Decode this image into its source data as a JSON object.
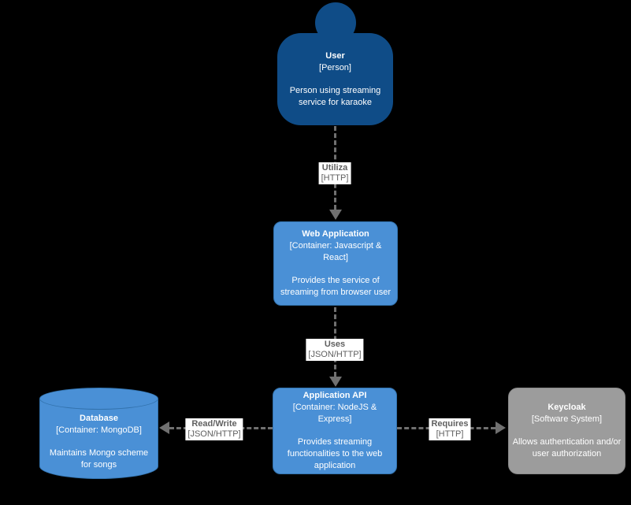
{
  "diagram": {
    "type": "C4 container diagram",
    "colors": {
      "background": "#000000",
      "person_fill": "#0f4c87",
      "container_fill": "#4a90d6",
      "container_border": "#3272ad",
      "external_fill": "#9c9c9c",
      "external_border": "#898989",
      "arrow": "#707070",
      "edge_label_text": "#5f5f5f",
      "node_text": "#ffffff"
    }
  },
  "nodes": {
    "user": {
      "title": "User",
      "subtitle": "[Person]",
      "description": "Person using streaming service for karaoke"
    },
    "web_app": {
      "title": "Web Application",
      "subtitle": "[Container: Javascript & React]",
      "description": "Provides the service of streaming from browser user"
    },
    "app_api": {
      "title": "Application API",
      "subtitle": "[Container: NodeJS & Express]",
      "description": "Provides streaming functionalities to the web application"
    },
    "database": {
      "title": "Database",
      "subtitle": "[Container: MongoDB]",
      "description": "Maintains Mongo scheme for songs"
    },
    "keycloak": {
      "title": "Keycloak",
      "subtitle": "[Software System]",
      "description": "Allows authentication and/or user authorization"
    }
  },
  "edges": {
    "user_webapp": {
      "label": "Utiliza",
      "protocol": "[HTTP]"
    },
    "webapp_api": {
      "label": "Uses",
      "protocol": "[JSON/HTTP]"
    },
    "api_database": {
      "label": "Read/Write",
      "protocol": "[JSON/HTTP]"
    },
    "api_keycloak": {
      "label": "Requires",
      "protocol": "[HTTP]"
    }
  }
}
